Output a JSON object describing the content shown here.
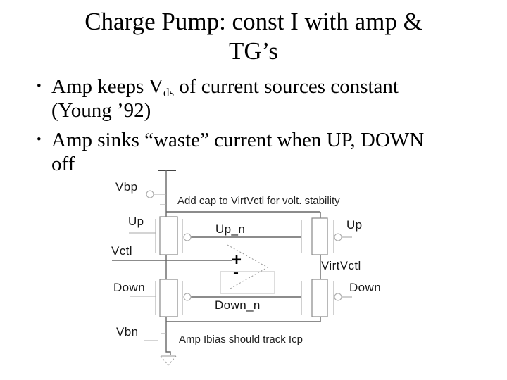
{
  "slide": {
    "title_line1": "Charge Pump: const I with amp &",
    "title_line2": "TG’s",
    "bullet_marker": "•",
    "bullets": {
      "b1_pre": "Amp keeps V",
      "b1_sub": "ds",
      "b1_post": " of current sources constant (Young ’92)",
      "b2": "Amp sinks “waste” current when UP, DOWN off"
    }
  },
  "circuit": {
    "labels": {
      "vbp": "Vbp",
      "up_left": "Up",
      "vctl": "Vctl",
      "down_left": "Down",
      "vbn": "Vbn",
      "up_n": "Up_n",
      "down_n": "Down_n",
      "up_right": "Up",
      "virt_vctl": "VirtVctl",
      "down_right": "Down",
      "amp_plus": "+",
      "amp_minus": "-"
    },
    "annotations": {
      "cap_note": "Add cap to VirtVctl for volt. stability",
      "ibias_note": "Amp Ibias should track Icp"
    },
    "colors": {
      "wire": "#666666",
      "light_wire": "#aaaaaa",
      "box_border": "#888888",
      "amp_outline": "#9a9a9a",
      "text": "#161616"
    }
  }
}
